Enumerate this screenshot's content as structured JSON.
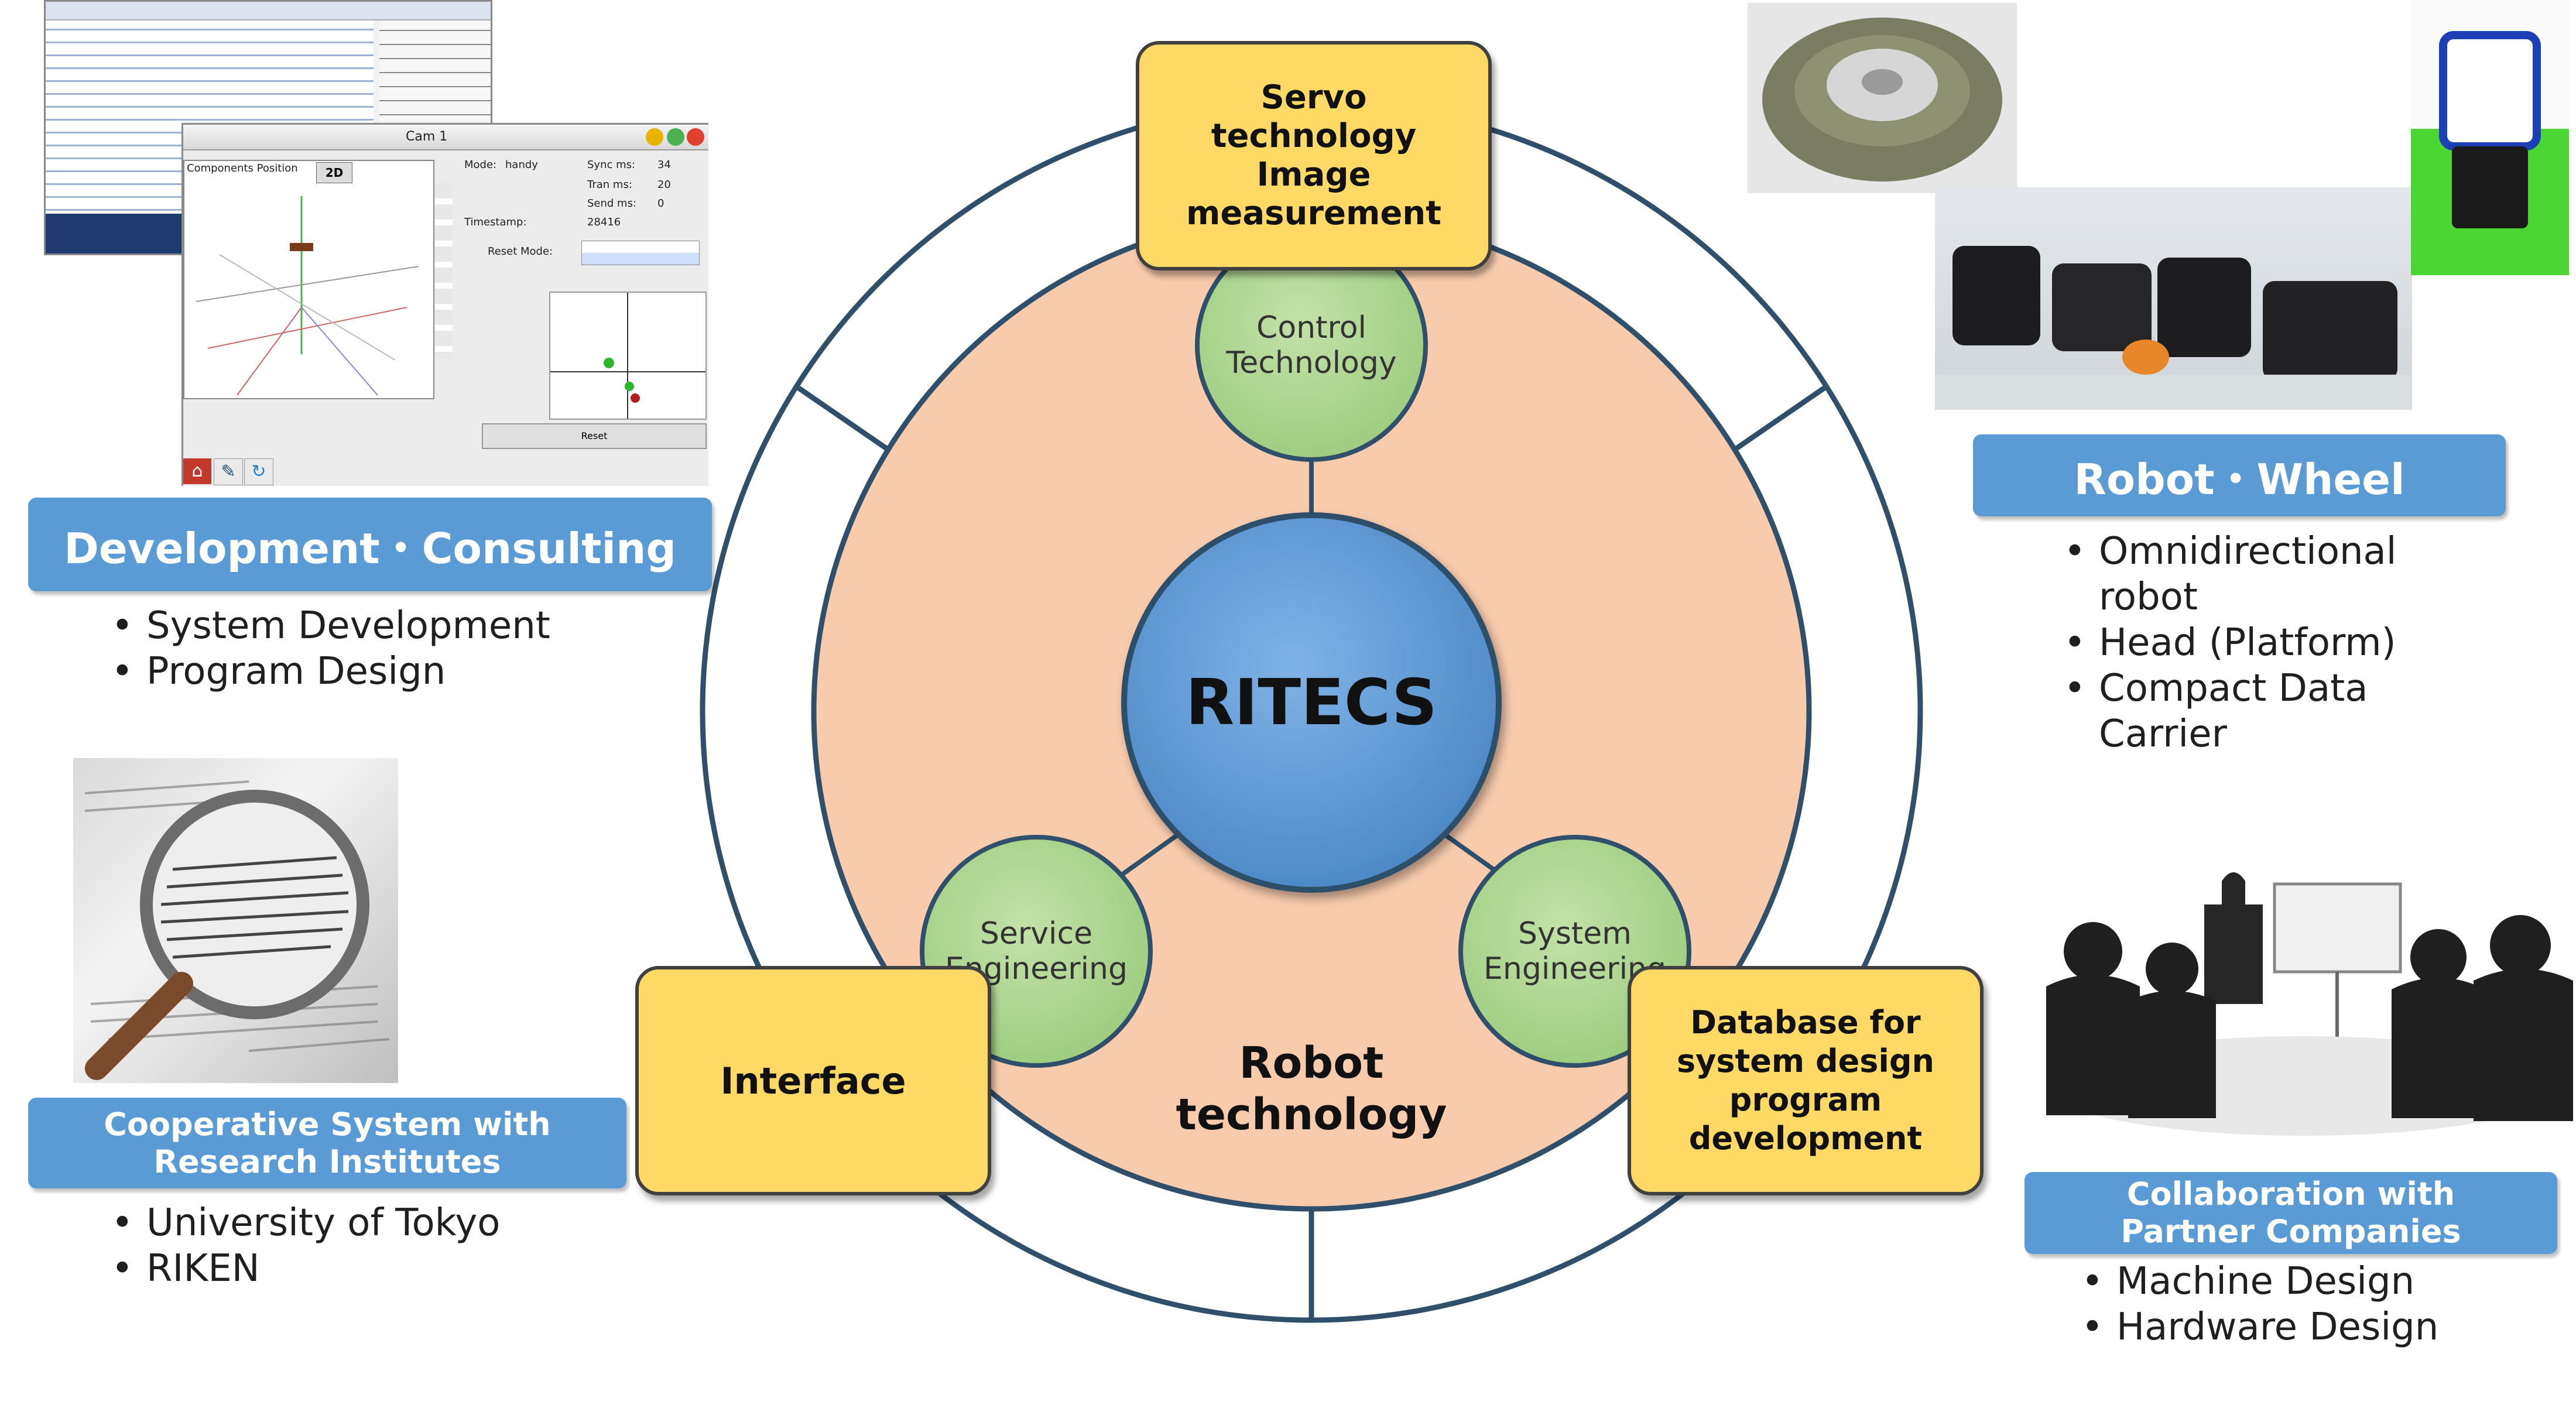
{
  "center": {
    "label": "RITECS"
  },
  "inner_ring": {
    "label": "Robot\ntechnology"
  },
  "green_nodes": {
    "top": "Control\nTechnology",
    "left": "Service\nEngineering",
    "right": "System\nEngineering"
  },
  "yellow_boxes": {
    "top": "Servo\ntechnology\nImage\nmeasurement",
    "left": "Interface",
    "right": "Database for\nsystem design\nprogram\ndevelopment"
  },
  "development": {
    "title": "Development・Consulting",
    "items": [
      "System Development",
      "Program Design"
    ],
    "screenshot": {
      "cam_title": "Cam 1",
      "panel_title": "Components Position",
      "mode_label": "Mode:",
      "mode_value": "handy",
      "timestamp_label": "Timestamp:",
      "timestamp_value": "28416",
      "reset_label": "Reset Mode:",
      "sync_label": "Sync ms:",
      "sync_value": "34",
      "tran_label": "Tran ms:",
      "tran_value": "20",
      "send_label": "Send ms:",
      "send_value": "0",
      "reset_button": "Reset"
    }
  },
  "cooperative": {
    "title": "Cooperative System with\nResearch Institutes",
    "items": [
      "University of Tokyo",
      "RIKEN"
    ]
  },
  "robot": {
    "title": "Robot・Wheel",
    "items": [
      "Omnidirectional\nrobot",
      "Head (Platform)",
      "Compact Data\nCarrier"
    ]
  },
  "collaboration": {
    "title": "Collaboration with\nPartner Companies",
    "items": [
      "Machine Design",
      "Hardware Design"
    ]
  },
  "colors": {
    "blue_circle": "#5b9bd5",
    "peach_ring": "#f8cbad",
    "green_node": "#a9d18e",
    "yellow_box": "#ffd966",
    "outer_ring_stroke": "#2f4f6a",
    "tag_blue": "#5b9bd5"
  }
}
